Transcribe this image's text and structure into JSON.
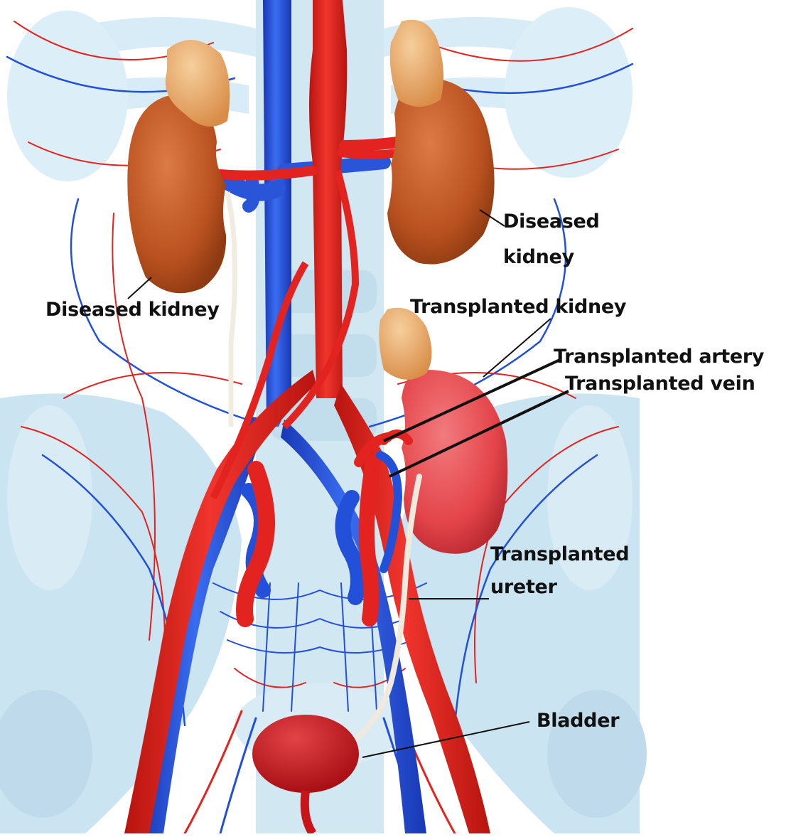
{
  "figure": {
    "labels": {
      "diseased_kidney_right": [
        "Diseased",
        "kidney"
      ],
      "diseased_kidney_left": "Diseased kidney",
      "transplanted_kidney": "Transplanted kidney",
      "transplanted_artery": "Transplanted artery",
      "transplanted_vein": "Transplanted vein",
      "transplanted_ureter": [
        "Transplanted",
        "ureter"
      ],
      "bladder": "Bladder"
    },
    "colors": {
      "artery": "#e2231f",
      "vein": "#2350d8",
      "kidney_diseased": "#c65a2a",
      "kidney_transplanted": "#e34a4f",
      "adrenal": "#e8ad72",
      "ureter": "#f1ece2",
      "bone_background": "#cde6f3",
      "bladder": "#c8151a"
    }
  }
}
